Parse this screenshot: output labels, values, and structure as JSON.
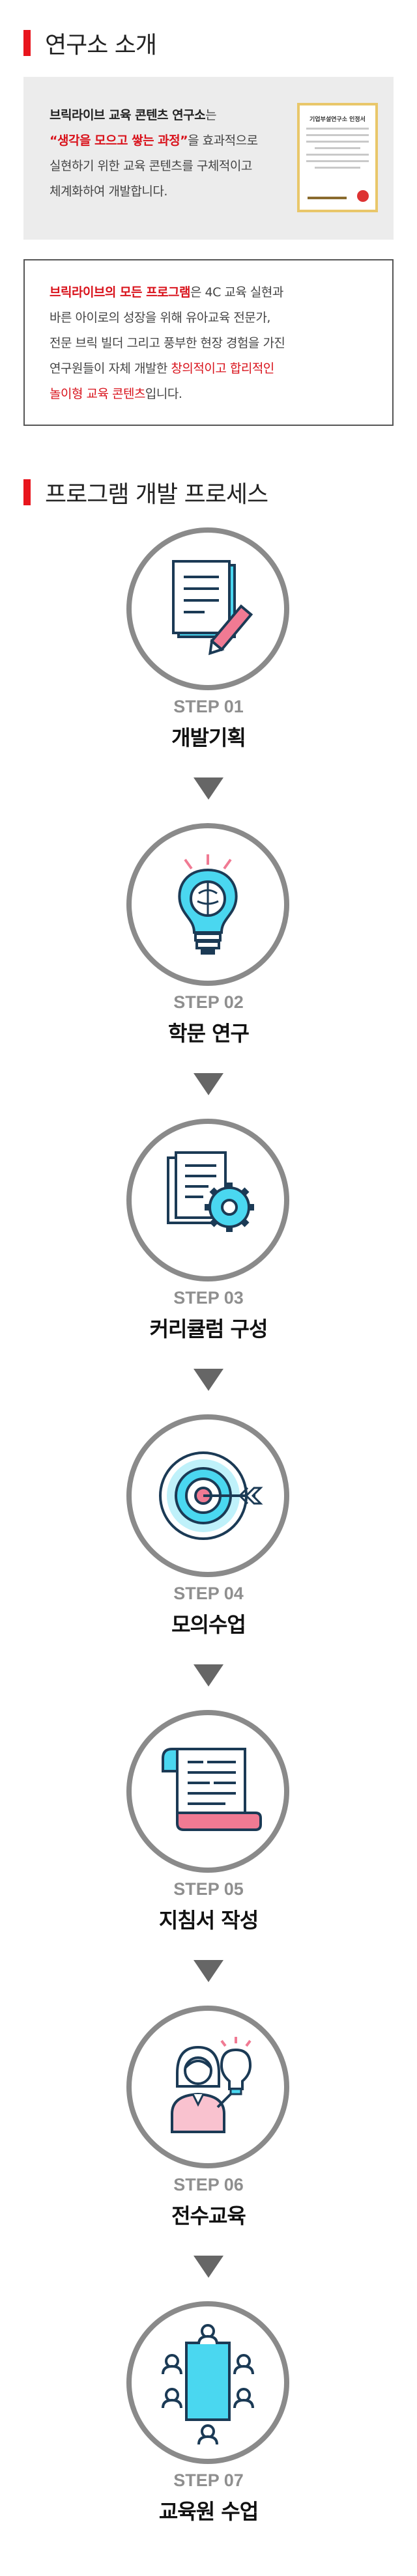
{
  "intro": {
    "title": "연구소 소개",
    "line1_bold": "브릭라이브 교육 콘텐츠 연구소",
    "line1_rest": "는",
    "line2_red": "“생각을 모으고 쌓는 과정”",
    "line2_rest": "을 효과적으로",
    "line3": "실현하기 위한 교육 콘텐츠를 구체적이고",
    "line4": "체계화하여 개발합니다.",
    "certificate_title": "기업부설연구소 인정서"
  },
  "description": {
    "line1_red": "브릭라이브의 모든 프로그램",
    "line1_rest": "은 4C 교육 실현과",
    "line2": "바른 아이로의 성장을 위해 유아교육 전문가,",
    "line3": "전문 브릭 빌더 그리고 풍부한 현장 경험을 가진",
    "line4_a": "연구원들이 자체 개발한 ",
    "line4_red": "창의적이고 합리적인",
    "line5_red": "놀이형 교육 콘텐츠",
    "line5_rest": "입니다."
  },
  "process": {
    "title": "프로그램 개발 프로세스",
    "steps": [
      {
        "no": "STEP 01",
        "name": "개발기획",
        "icon": "document-pen-icon"
      },
      {
        "no": "STEP 02",
        "name": "학문 연구",
        "icon": "lightbulb-brain-icon"
      },
      {
        "no": "STEP 03",
        "name": "커리큘럼 구성",
        "icon": "document-gear-icon"
      },
      {
        "no": "STEP 04",
        "name": "모의수업",
        "icon": "target-arrow-icon"
      },
      {
        "no": "STEP 05",
        "name": "지침서 작성",
        "icon": "scroll-icon"
      },
      {
        "no": "STEP 06",
        "name": "전수교육",
        "icon": "teacher-idea-icon"
      },
      {
        "no": "STEP 07",
        "name": "교육원 수업",
        "icon": "classroom-table-icon"
      }
    ]
  },
  "colors": {
    "accent_red": "#e8151d",
    "icon_cyan": "#4ad7f0",
    "icon_pink": "#f07a93",
    "circle_border": "#8a8a8a"
  }
}
